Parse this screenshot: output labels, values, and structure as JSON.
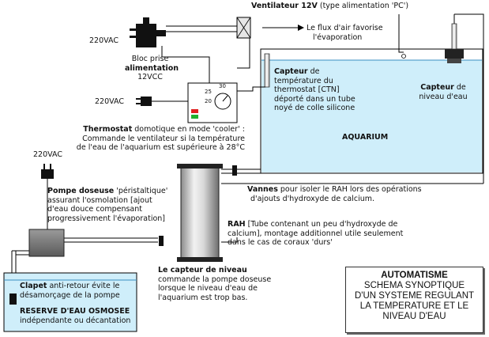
{
  "fan": {
    "title": "Ventilateur 12V",
    "subtitle": "(type alimentation 'PC')"
  },
  "airflow": {
    "line1": "Le flux d'air favorise",
    "line2": "l'évaporation"
  },
  "mains_plug_top": "220VAC",
  "power_block": {
    "line1": "Bloc prise",
    "line2": "alimentation",
    "line3": "12VCC"
  },
  "mains_plug_thermostat": "220VAC",
  "thermostat_dial": {
    "v1": "25",
    "v2": "30",
    "v3": "20"
  },
  "thermostat": {
    "name": "Thermostat",
    "desc": "domotique en mode 'cooler' :",
    "line2": "Commande le ventilateur si la température",
    "line3": "de l'eau de l'aquarium est supérieure à 28°C"
  },
  "temp_sensor": {
    "name": "Capteur",
    "line1": "de",
    "line2": "température du",
    "line3": "thermostat [CTN]",
    "line4": "déporté dans un tube",
    "line5": "noyé de colle silicone"
  },
  "level_sensor_top": {
    "name": "Capteur",
    "suffix": "de",
    "line2": "niveau d'eau"
  },
  "aquarium_label": "AQUARIUM",
  "mains_plug_pump": "220VAC",
  "pump": {
    "name": "Pompe doseuse",
    "desc": "'péristaltique'",
    "line2": "assurant l'osmolation [ajout",
    "line3": "d'eau douce compensant",
    "line4": "progressivement l'évaporation]"
  },
  "valves": {
    "name": "Vannes",
    "desc": "pour isoler le RAH lors des opérations",
    "line2": "d'ajouts d'hydroxyde de calcium."
  },
  "rah": {
    "name": "RAH",
    "desc": "[Tube contenant un peu d'hydroxyde de",
    "line2": "calcium], montage additionnel utile seulement",
    "line3": "dans le cas de coraux 'durs'"
  },
  "level_sensor_bottom": {
    "name": "Le capteur de niveau",
    "line2": "commande la pompe doseuse",
    "line3": "lorsque le niveau d'eau de",
    "line4": "l'aquarium est trop bas."
  },
  "check_valve": {
    "name": "Clapet",
    "desc": "anti-retour évite le",
    "line2": "désamorçage de la pompe"
  },
  "reservoir": {
    "name": "RESERVE D'EAU OSMOSEE",
    "line2": "indépendante ou décantation"
  },
  "title_box": {
    "title": "AUTOMATISME",
    "line1": "SCHEMA SYNOPTIQUE",
    "line2": "D'UN SYSTEME REGULANT",
    "line3": "LA TEMPERATURE ET LE",
    "line4": "NIVEAU D'EAU"
  },
  "colors": {
    "water": "#cfeefa",
    "water_border": "#3a8fc0",
    "thermostat_red": "#e02020",
    "thermostat_green": "#20b030"
  }
}
